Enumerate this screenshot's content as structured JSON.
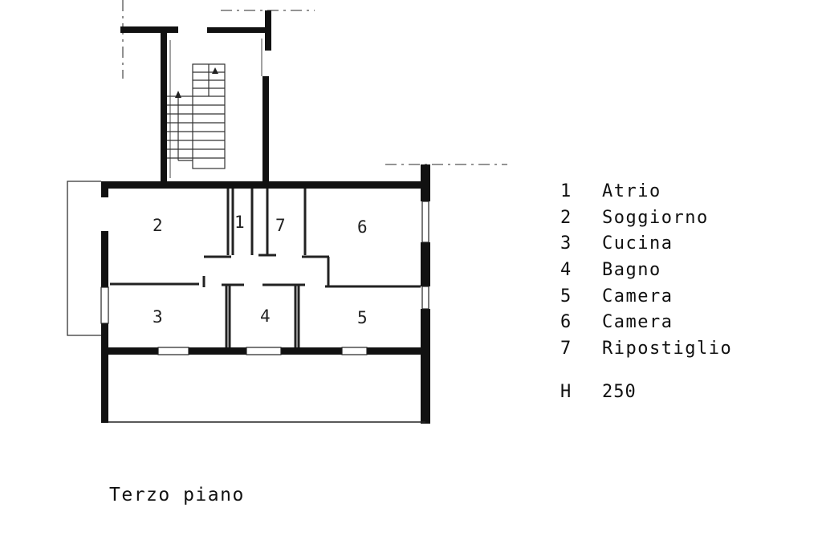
{
  "plan": {
    "rooms": [
      {
        "id": "2",
        "name": "Soggiorno"
      },
      {
        "id": "1",
        "name": "Atrio"
      },
      {
        "id": "7",
        "name": "Ripostiglio"
      },
      {
        "id": "6",
        "name": "Camera"
      },
      {
        "id": "3",
        "name": "Cucina"
      },
      {
        "id": "4",
        "name": "Bagno"
      },
      {
        "id": "5",
        "name": "Camera"
      }
    ]
  },
  "legend": {
    "items": [
      {
        "num": "1",
        "name": "Atrio"
      },
      {
        "num": "2",
        "name": "Soggiorno"
      },
      {
        "num": "3",
        "name": "Cucina"
      },
      {
        "num": "4",
        "name": "Bagno"
      },
      {
        "num": "5",
        "name": "Camera"
      },
      {
        "num": "6",
        "name": "Camera"
      },
      {
        "num": "7",
        "name": "Ripostiglio"
      }
    ],
    "height_label": "H",
    "height_value": "250"
  },
  "caption": "Terzo piano"
}
